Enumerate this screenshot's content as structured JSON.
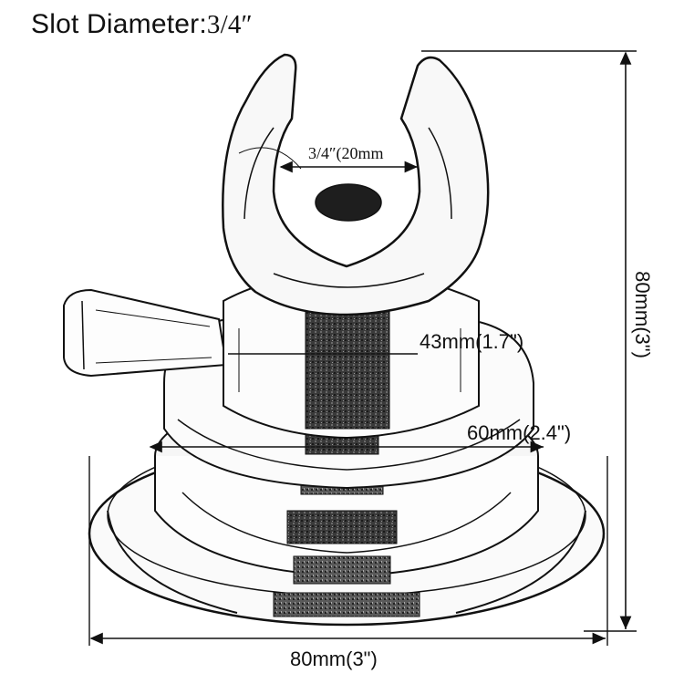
{
  "title": {
    "label": "Slot Diameter",
    "separator": ":",
    "value": "3/4″"
  },
  "dimensions": {
    "slot": "3/4″(20mm",
    "top_width": "43mm(1.7\")",
    "mid_width": "60mm(2.4\")",
    "base_width": "80mm(3\")",
    "height": "80mm(3\")"
  },
  "colors": {
    "ink": "#111111",
    "dark_texture": "#2a2a2a",
    "metal_light": "#f4f4f4"
  }
}
